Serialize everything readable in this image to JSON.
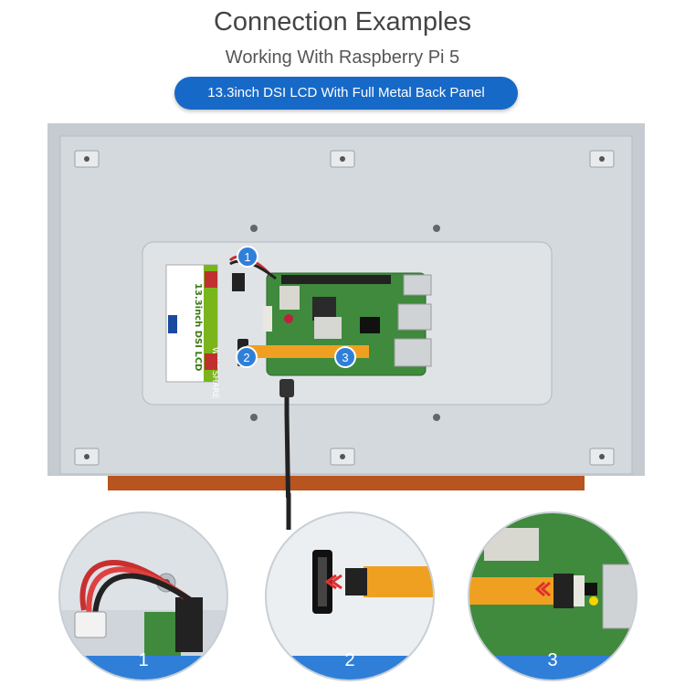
{
  "header": {
    "title": "Connection Examples",
    "subtitle": "Working With Raspberry Pi 5",
    "banner": "13.3inch DSI LCD With Full Metal Back Panel"
  },
  "steps": [
    {
      "number": "1"
    },
    {
      "number": "2"
    },
    {
      "number": "3"
    }
  ],
  "callouts": [
    {
      "label": "1"
    },
    {
      "label": "2"
    },
    {
      "label": "3"
    }
  ],
  "sticker": {
    "brand": "WAVESHARE",
    "product": "13.3inch DSI LCD"
  },
  "board": {
    "name": "Raspberry Pi 5"
  },
  "colors": {
    "banner_blue": "#1769c8",
    "panel_grey": "#c9ced3",
    "flex_cable": "#f0a020",
    "pcb_green": "#3f8a3c",
    "callout_blue": "#2f7fd8"
  }
}
